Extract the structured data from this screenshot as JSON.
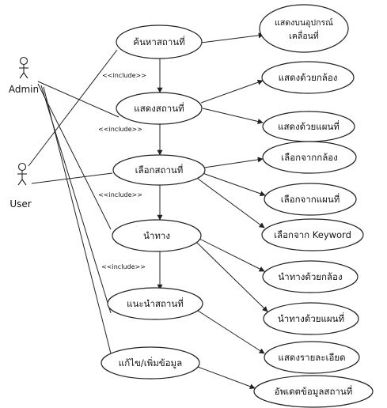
{
  "actors": {
    "admin": "Admin",
    "user": "User"
  },
  "use_cases": {
    "search_place": "ค้นหาสถานที่",
    "show_place": "แสดงสถานที่",
    "select_place": "เลือกสถานที่",
    "navigate": "นำทาง",
    "recommend_place": "แนะนำสถานที่",
    "edit_add_data": "แก้ไข/เพิ่มข้อมูล",
    "show_on_device_line1": "แสดงบนอุปกรณ์",
    "show_on_device_line2": "เคลื่อนที่",
    "show_by_camera": "แสดงด้วยกล้อง",
    "show_by_map": "แสดงด้วยแผนที่",
    "select_from_camera": "เลือกจากกล้อง",
    "select_from_map": "เลือกจากแผนที่",
    "select_from_keyword": "เลือกจาก Keyword",
    "navigate_by_camera": "นำทางด้วยกล้อง",
    "navigate_by_map": "นำทางด้วยแผนที่",
    "show_details": "แสดงรายละเอียด",
    "update_place_data": "อัพเดตข้อมูลสถานที่"
  },
  "relations": {
    "include_1": "<<include>>",
    "include_2": "<<include>>",
    "include_3": "<<include>>",
    "include_4": "<<include>>"
  }
}
